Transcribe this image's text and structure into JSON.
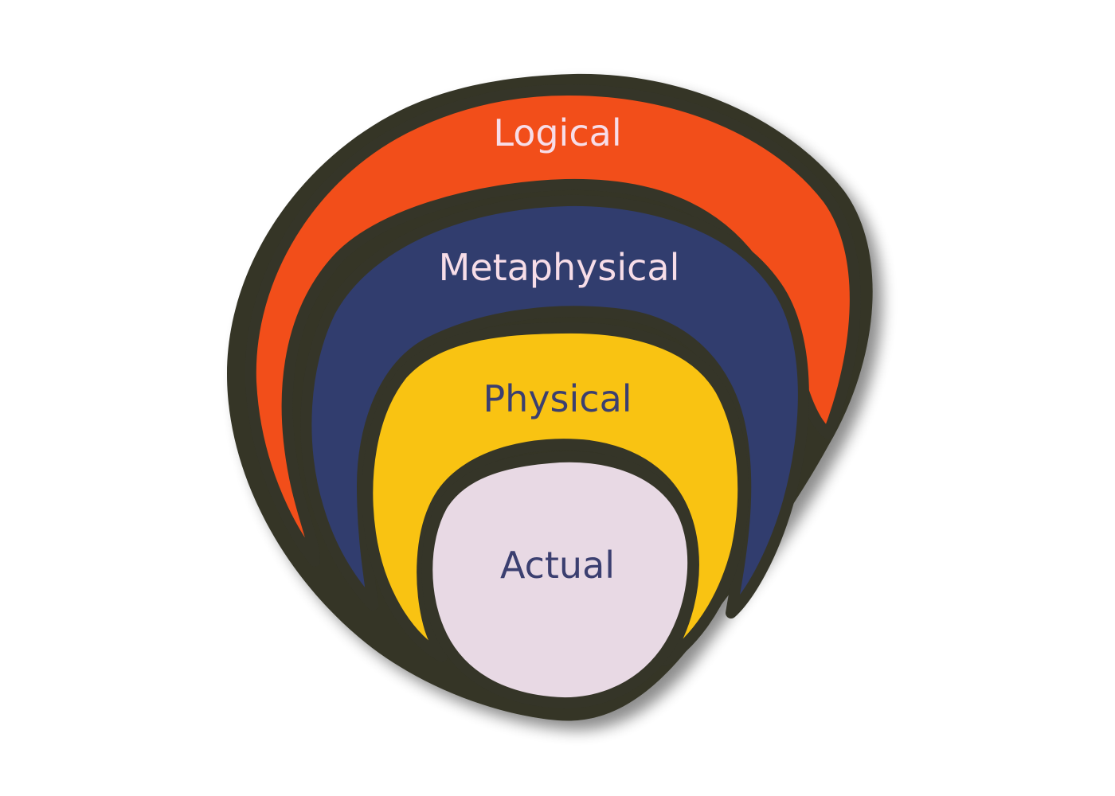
{
  "diagram": {
    "type": "nested-layers",
    "outline_color": "#353528",
    "layers": [
      {
        "label": "Logical",
        "fill": "#F24E1A",
        "text_color": "#F7DDE8"
      },
      {
        "label": "Metaphysical",
        "fill": "#313D6E",
        "text_color": "#F7DDE8"
      },
      {
        "label": "Physical",
        "fill": "#F9C312",
        "text_color": "#3B3F70"
      },
      {
        "label": "Actual",
        "fill": "#E8D9E4",
        "text_color": "#3B3F70"
      }
    ]
  }
}
